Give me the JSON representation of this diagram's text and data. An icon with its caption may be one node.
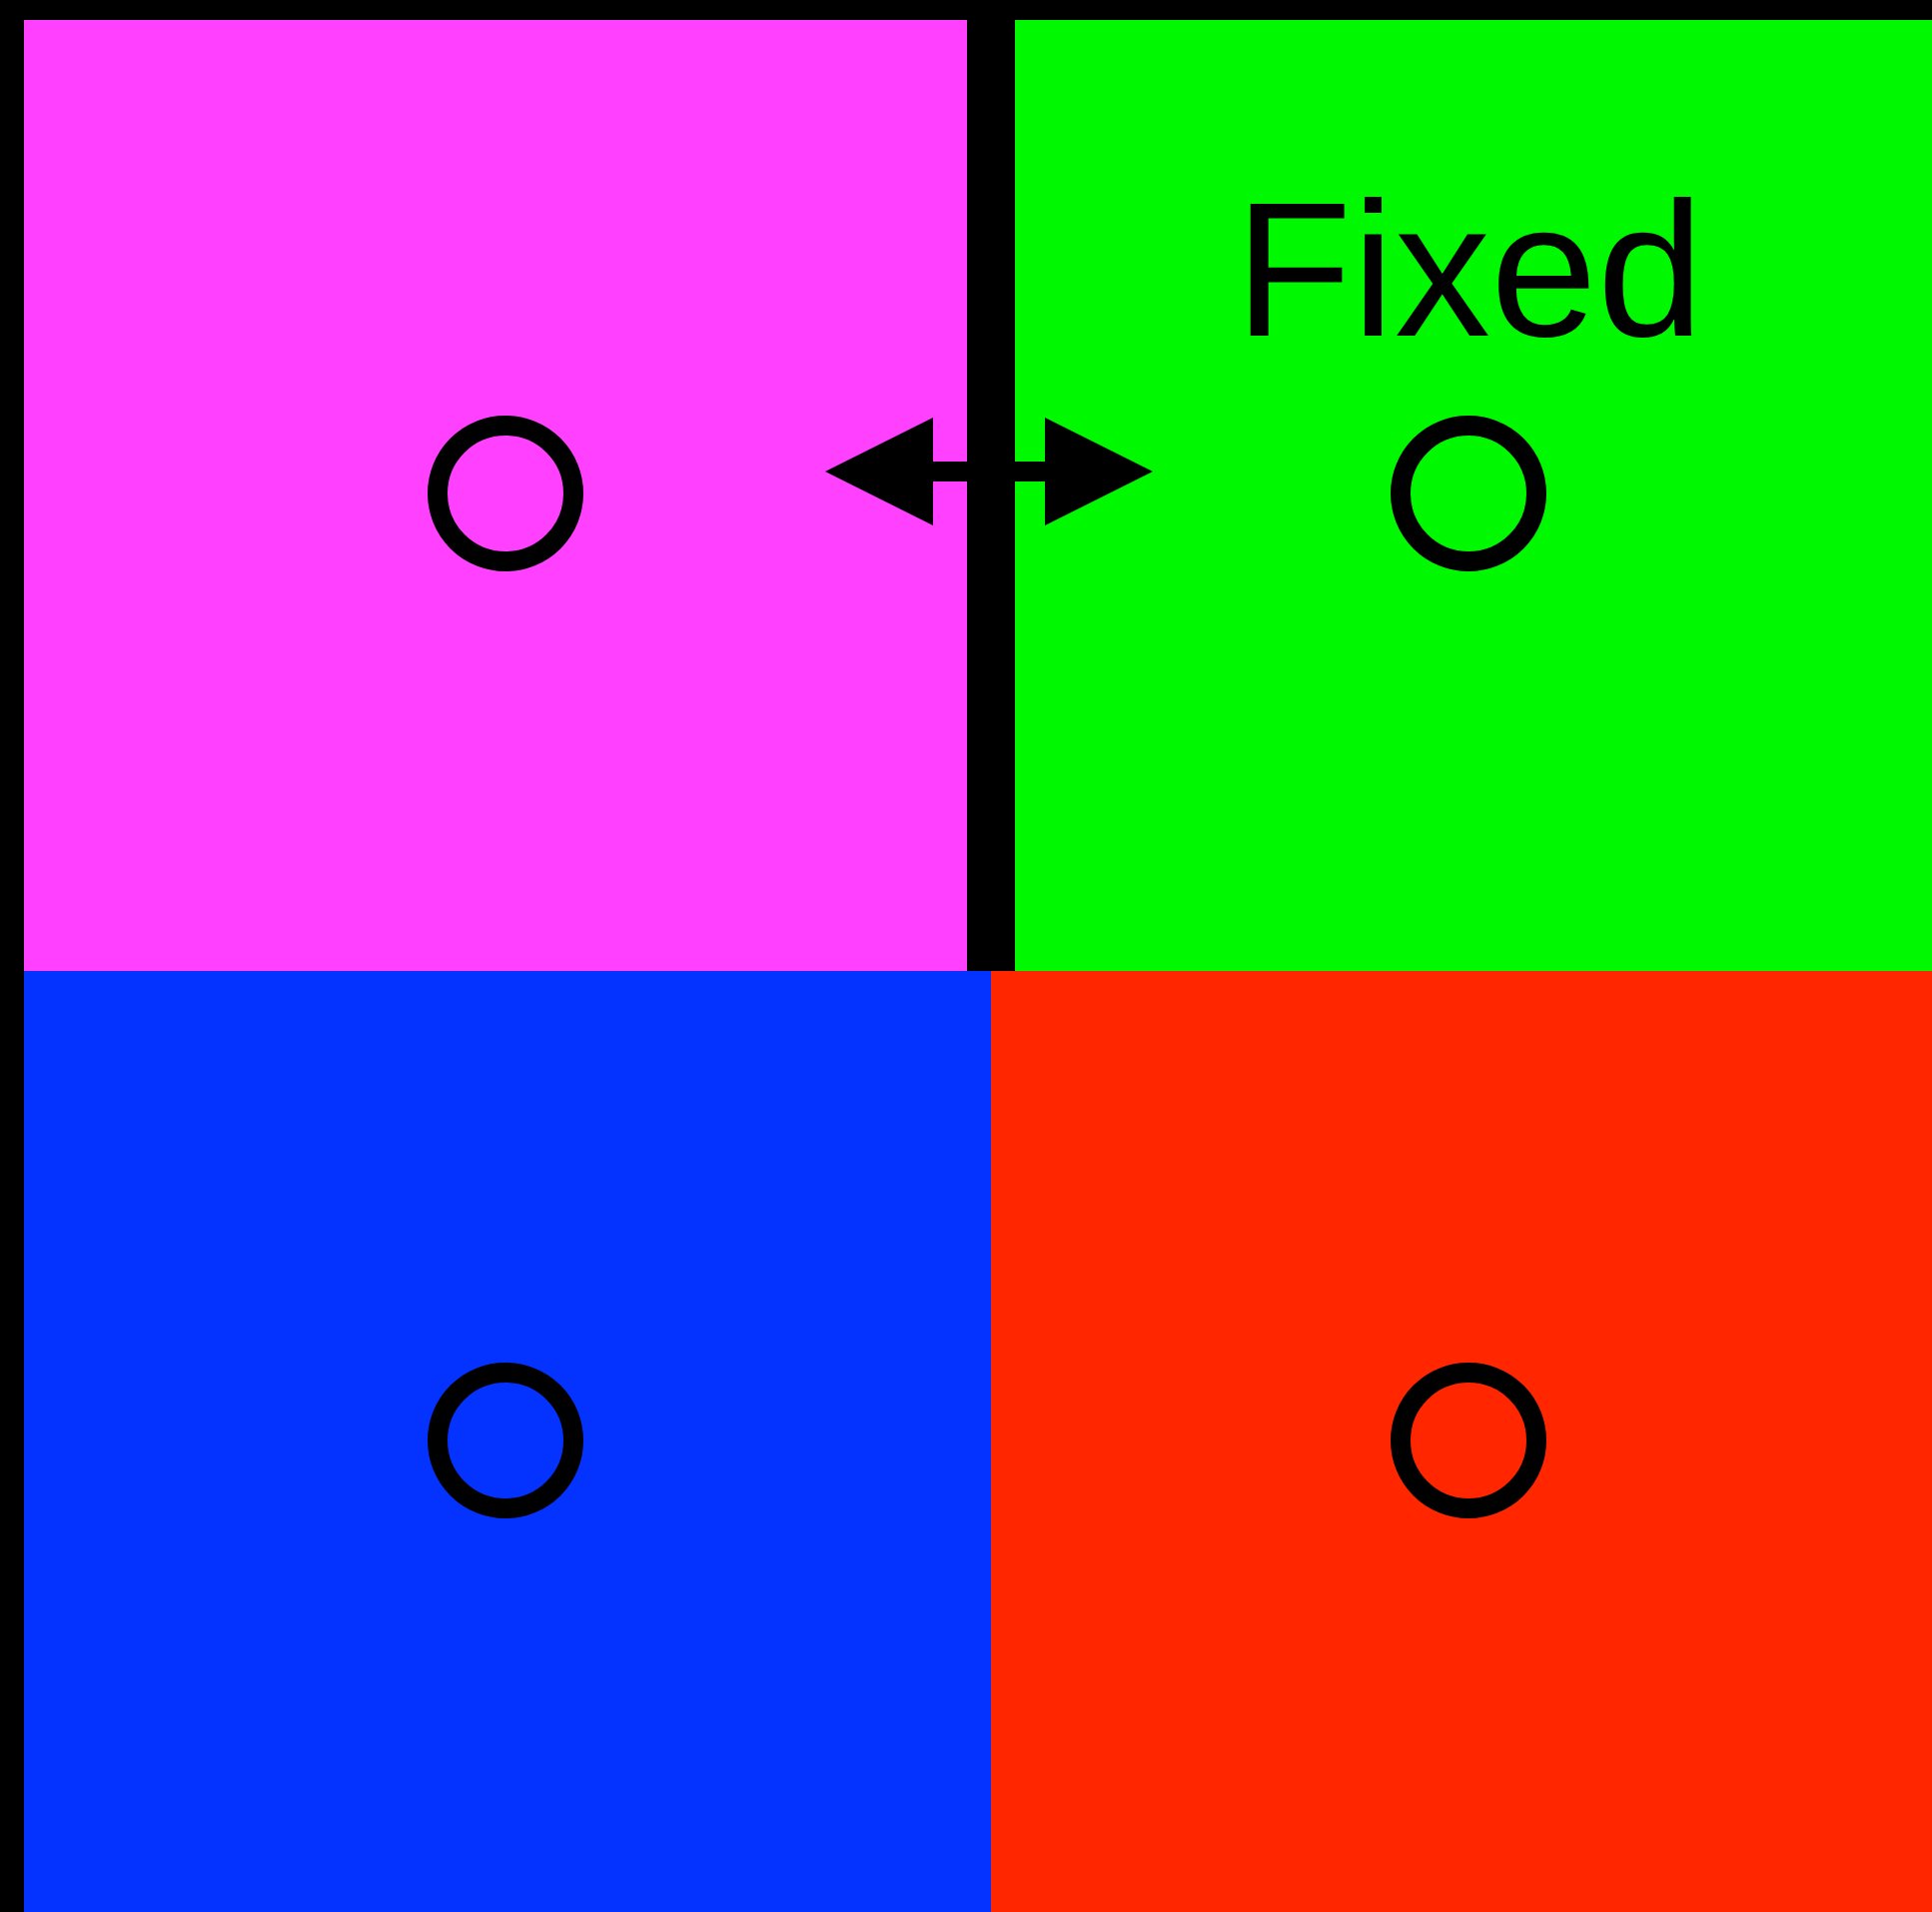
{
  "diagram": {
    "nodes": [
      {
        "text": [],
        "shape": "box"
      },
      {
        "text": [],
        "shape": "circle",
        "in": 0
      },
      {
        "text": [
          "Fixed"
        ]
      },
      {
        "text": [],
        "shape": "circle",
        "in": 2
      },
      {
        "text": [],
        "shape": "box"
      },
      {
        "text": [],
        "shape": "circle",
        "in": 4
      },
      {
        "text": [],
        "shape": "box"
      },
      {
        "text": [],
        "shape": "circle",
        "in": 6
      }
    ],
    "edges": [
      {
        "from": 0,
        "to": 2,
        "arrow": "both"
      }
    ]
  }
}
